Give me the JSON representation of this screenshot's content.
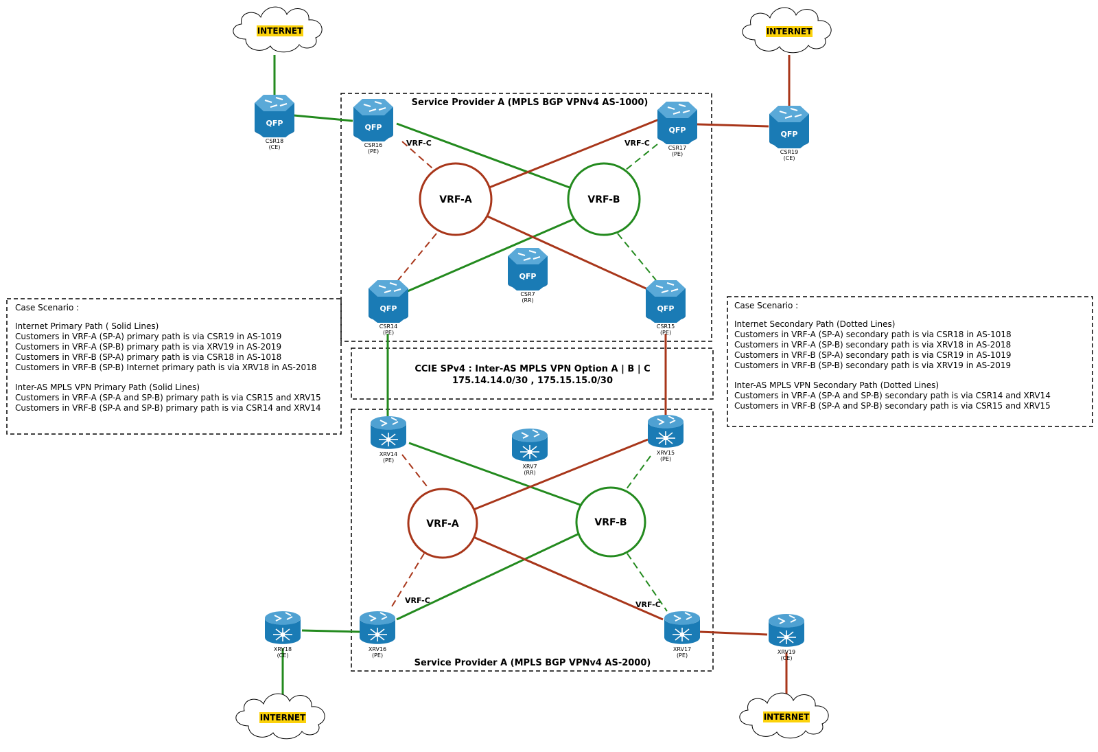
{
  "colors": {
    "green": "#238a1e",
    "red": "#a8361a",
    "device": "#1a7bb5",
    "internet_label_bg": "#fcd20a"
  },
  "internet": {
    "label": "INTERNET"
  },
  "boxes": {
    "sp_a_top": "Service Provider A (MPLS BGP VPNv4 AS-1000)",
    "sp_a_bottom": "Service Provider A (MPLS BGP VPNv4 AS-2000)",
    "interas_title": "CCIE SPv4 : Inter-AS MPLS VPN Option A | B | C",
    "interas_subnets": "175.14.14.0/30 , 175.15.15.0/30"
  },
  "vrf": {
    "a": "VRF-A",
    "b": "VRF-B",
    "c": "VRF-C"
  },
  "devices": {
    "csr18": {
      "name": "CSR18",
      "role": "(CE)",
      "label": "QFP"
    },
    "csr16": {
      "name": "CSR16",
      "role": "(PE)",
      "label": "QFP"
    },
    "csr17": {
      "name": "CSR17",
      "role": "(PE)",
      "label": "QFP"
    },
    "csr19": {
      "name": "CSR19",
      "role": "(CE)",
      "label": "QFP"
    },
    "csr14": {
      "name": "CSR14",
      "role": "(PE)",
      "label": "QFP"
    },
    "csr15": {
      "name": "CSR15",
      "role": "(PE)",
      "label": "QFP"
    },
    "csr7": {
      "name": "CSR7",
      "role": "(RR)",
      "label": "QFP"
    },
    "xrv14": {
      "name": "XRV14",
      "role": "(PE)"
    },
    "xrv15": {
      "name": "XRV15",
      "role": "(PE)"
    },
    "xrv7": {
      "name": "XRV7",
      "role": "(RR)"
    },
    "xrv16": {
      "name": "XRV16",
      "role": "(PE)"
    },
    "xrv17": {
      "name": "XRV17",
      "role": "(PE)"
    },
    "xrv18": {
      "name": "XRV18",
      "role": "(CE)"
    },
    "xrv19": {
      "name": "XRV19",
      "role": "(CE)"
    }
  },
  "left_scenario": {
    "heading": "Case Scenario :",
    "group1_title": "Internet Primary Path ( Solid Lines)",
    "group1": [
      "Customers in VRF-A (SP-A) primary path is via CSR19 in AS-1019",
      "Customers in VRF-A (SP-B) primary path is via XRV19 in AS-2019",
      "Customers in VRF-B (SP-A) primary path is via CSR18 in AS-1018",
      "Customers in VRF-B (SP-B) Internet primary path is via XRV18 in AS-2018"
    ],
    "group2_title": "Inter-AS MPLS VPN Primary Path (Solid Lines)",
    "group2": [
      "Customers in VRF-A (SP-A and SP-B) primary path is via CSR15 and XRV15",
      "Customers in VRF-B (SP-A and SP-B) primary path is via CSR14 and XRV14"
    ]
  },
  "right_scenario": {
    "heading": "Case Scenario :",
    "group1_title": "Internet Secondary Path (Dotted Lines)",
    "group1": [
      "Customers in VRF-A (SP-A) secondary path is via CSR18 in AS-1018",
      "Customers in VRF-A (SP-B) secondary path is via XRV18 in AS-2018",
      "Customers in VRF-B (SP-A) secondary path is via CSR19 in AS-1019",
      "Customers in VRF-B (SP-B) secondary path is via XRV19 in AS-2019"
    ],
    "group2_title": "Inter-AS MPLS VPN Secondary Path (Dotted Lines)",
    "group2": [
      "Customers in VRF-A (SP-A and SP-B) secondary path is via CSR14 and XRV14",
      "Customers in VRF-B (SP-A and SP-B) secondary path is via CSR15 and XRV15"
    ]
  }
}
